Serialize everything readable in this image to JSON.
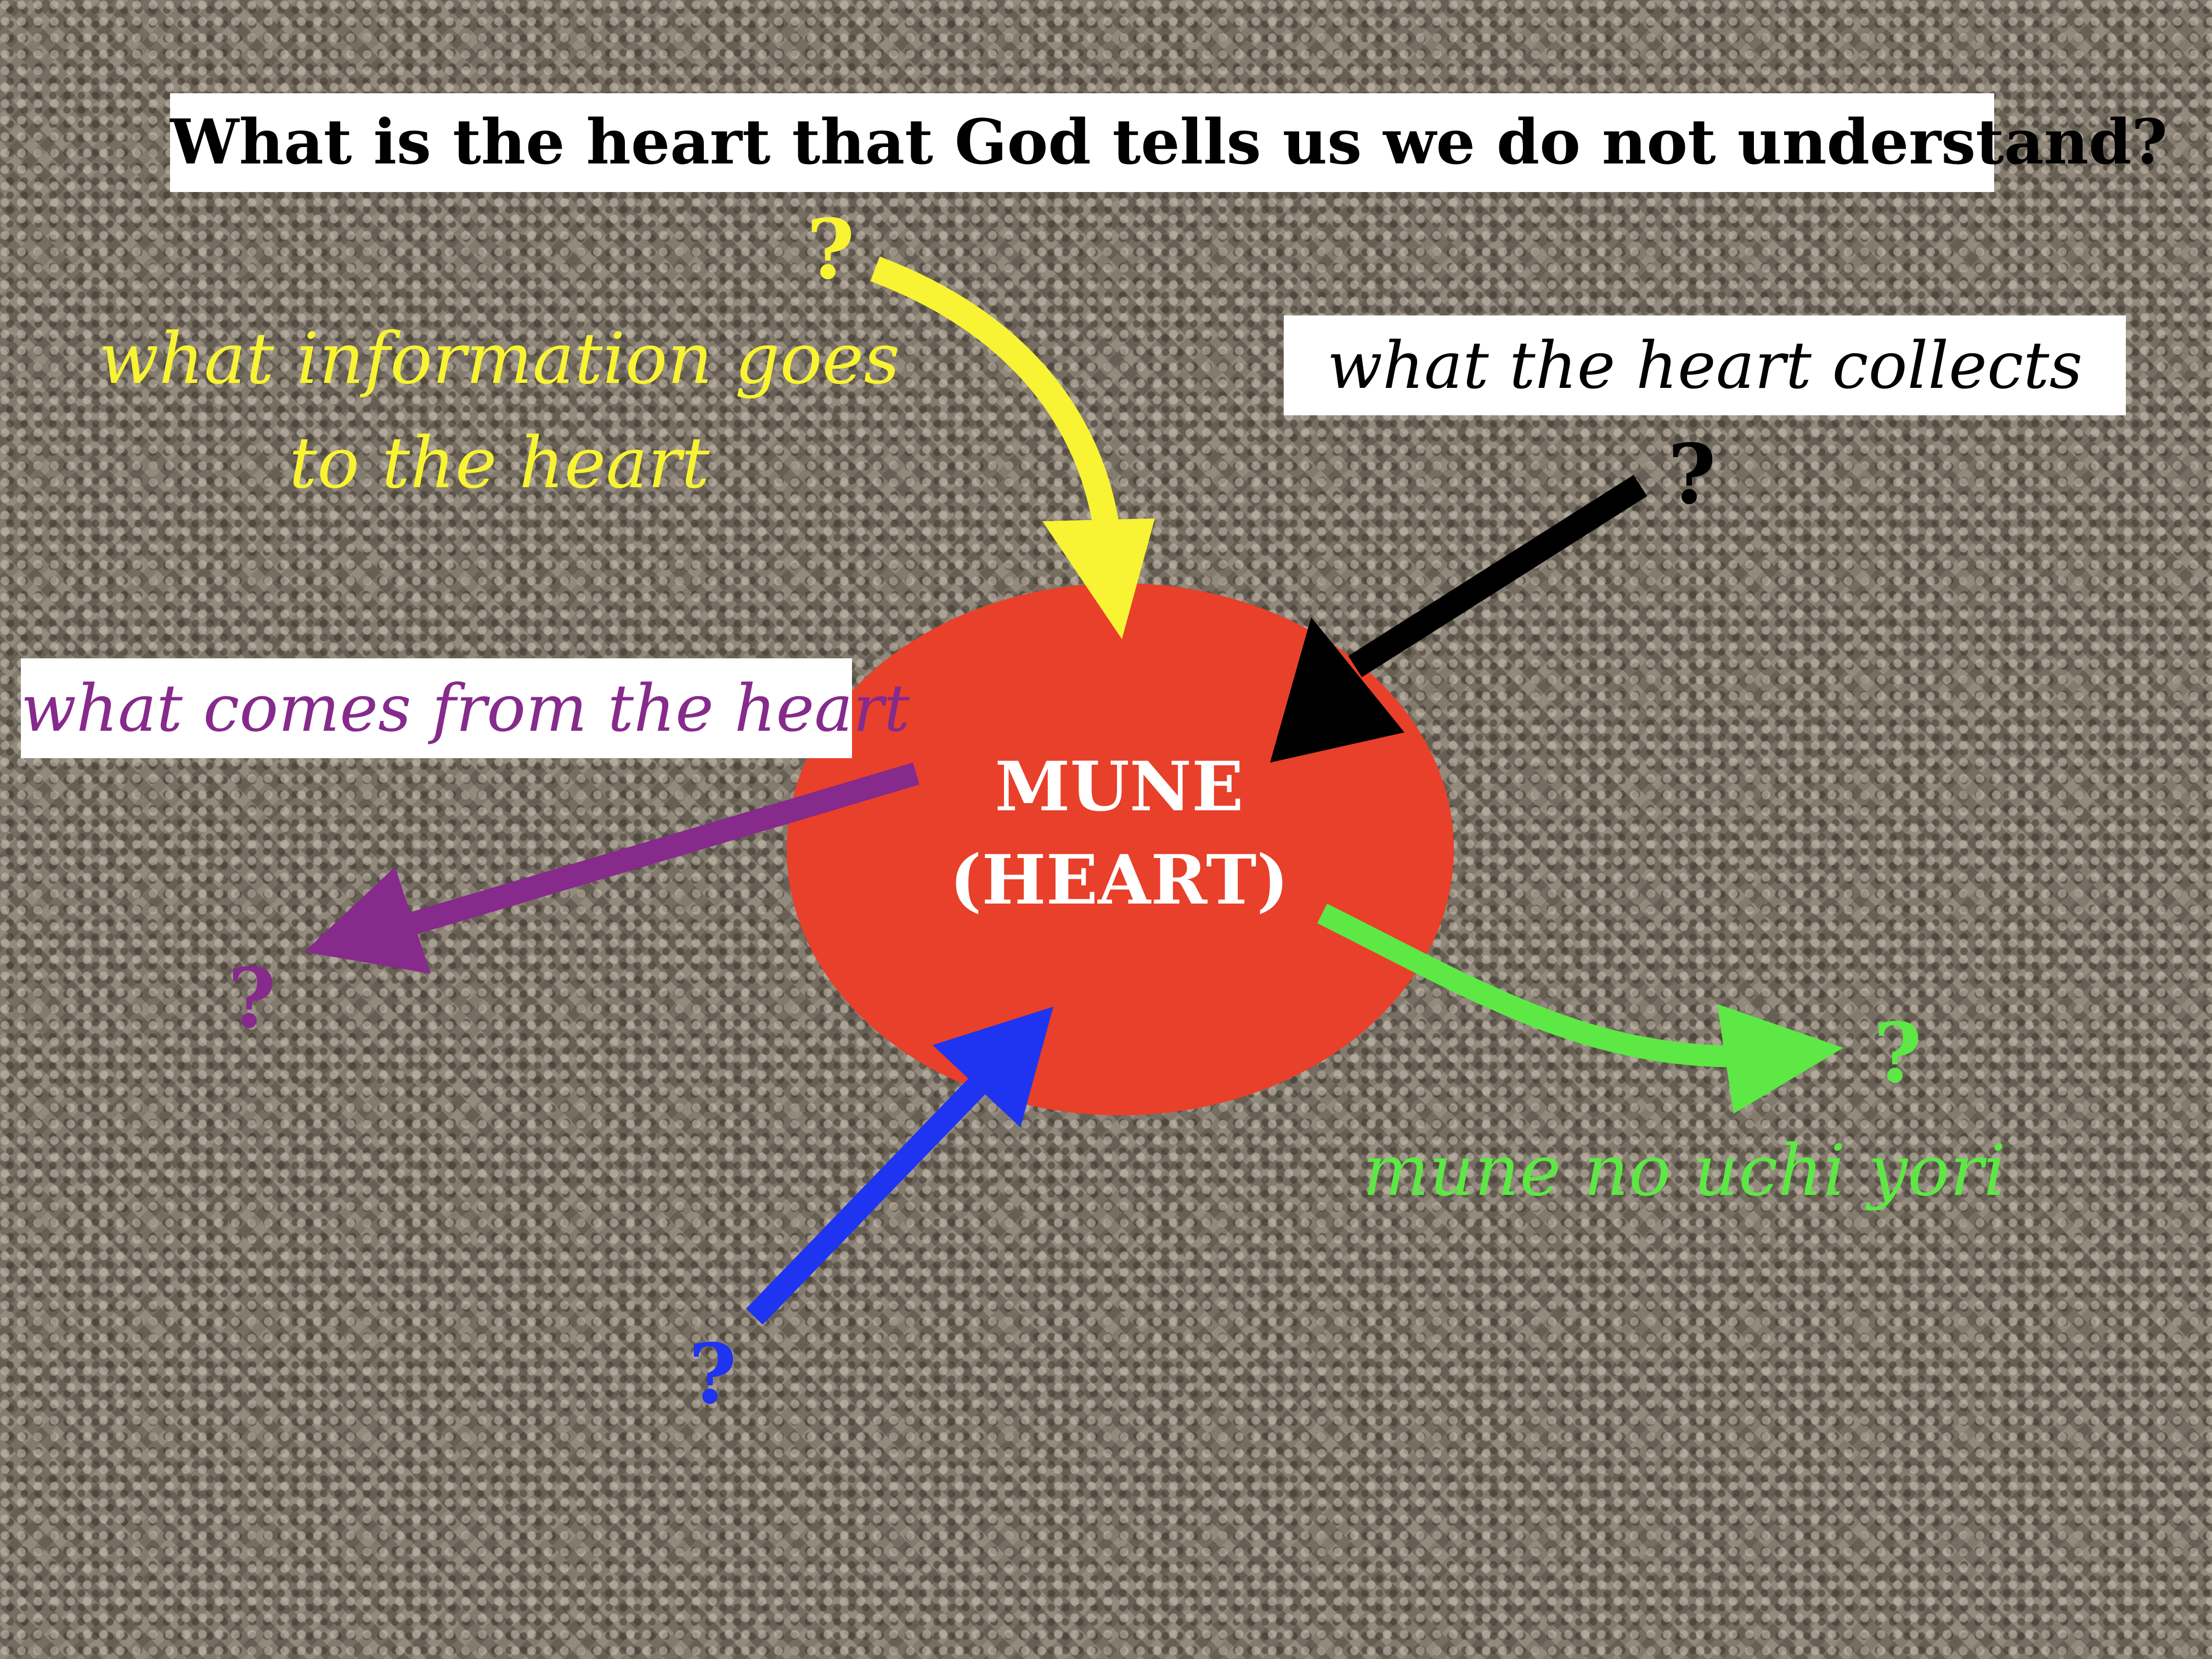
{
  "title": "What is the heart that God tells us we do not understand?",
  "center": {
    "line1": "MUNE",
    "line2": "(HEART)",
    "color": "#e8402a"
  },
  "labels": {
    "collects": "what the heart collects",
    "comes_from": "what comes from the heart",
    "information_line1": "what information goes",
    "information_line2": "to the heart",
    "mune_no_uchi": "mune no uchi yori"
  },
  "question_marks": {
    "yellow": "?",
    "black": "?",
    "purple": "?",
    "green": "?",
    "blue": "?"
  },
  "colors": {
    "yellow": "#f8f433",
    "black": "#000000",
    "purple": "#862a8b",
    "green": "#5de845",
    "blue": "#1e34f0",
    "white": "#ffffff"
  }
}
